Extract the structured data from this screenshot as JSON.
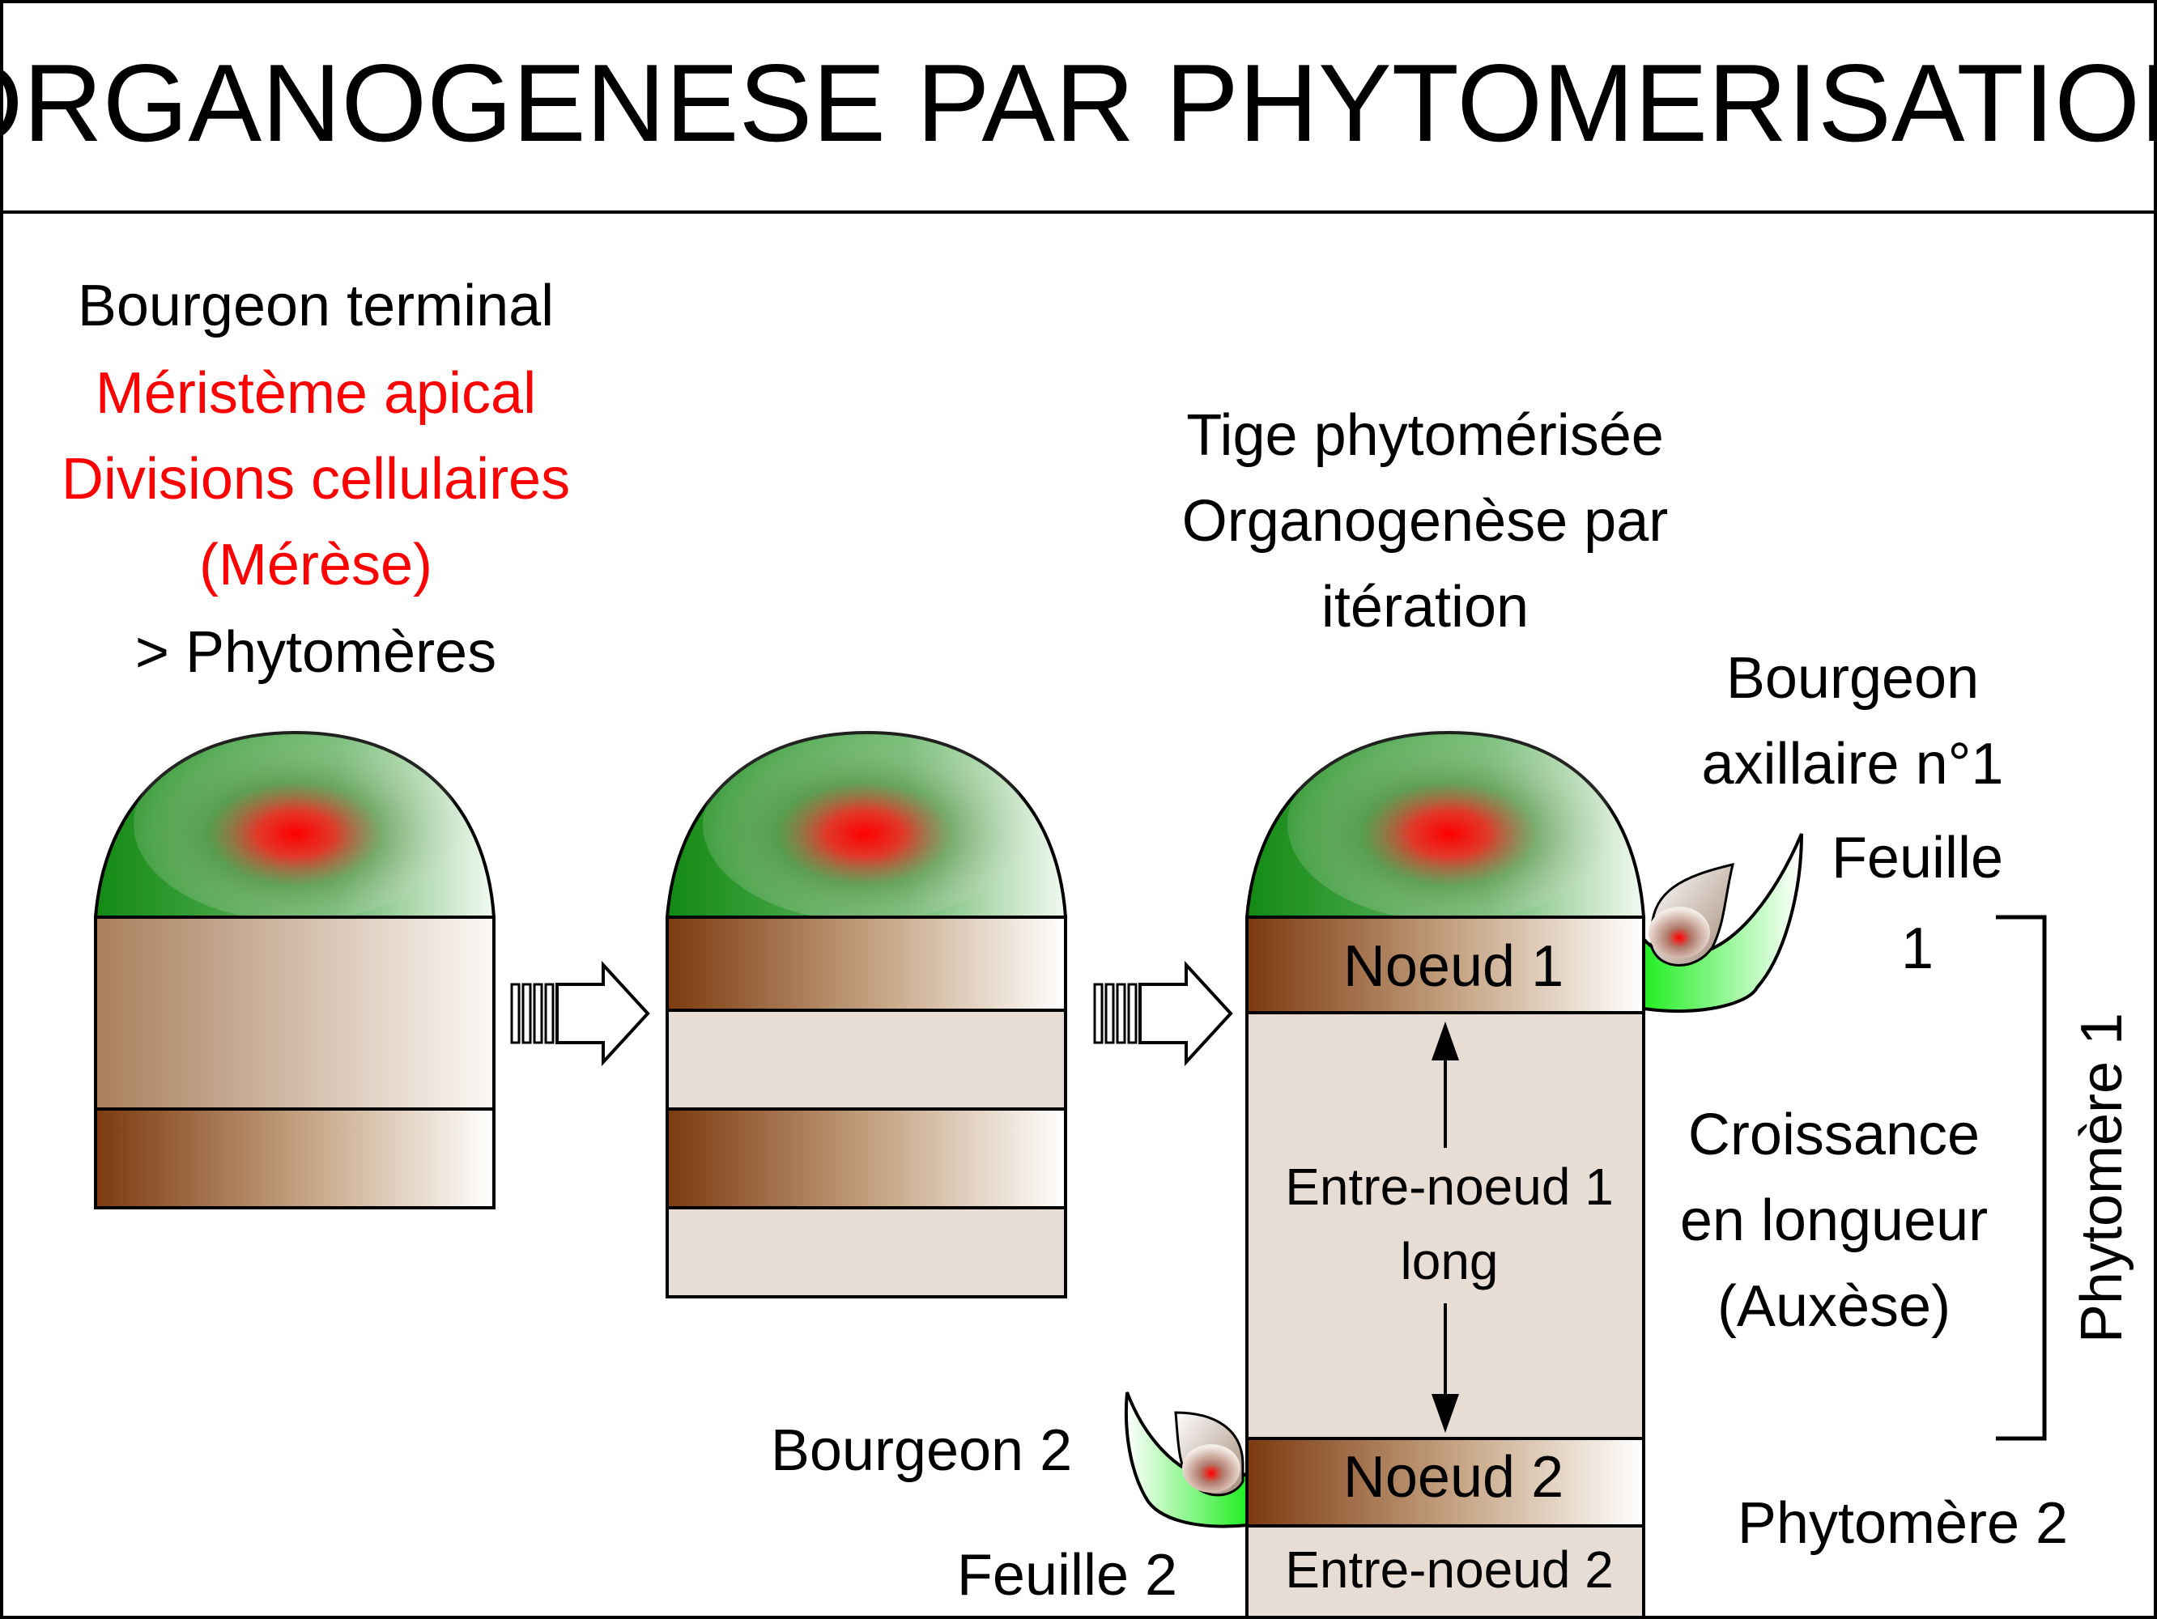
{
  "title": "ORGANOGENESE PAR PHYTOMERISATION",
  "left_block": {
    "line1": "Bourgeon terminal",
    "line2": "Méristème apical",
    "line3": "Divisions cellulaires",
    "line4": "(Mérèse)",
    "line5": "> Phytomères"
  },
  "center_block": {
    "line1": "Tige phytomérisée",
    "line2": "Organogenèse par",
    "line3": "itération"
  },
  "labels": {
    "node1": "Noeud 1",
    "node2": "Noeud 2",
    "internode1_line1": "Entre-noeud 1",
    "internode1_line2": "long",
    "internode2": "Entre-noeud 2",
    "axillary_bud_line1": "Bourgeon",
    "axillary_bud_line2": "axillaire n°1",
    "leaf1_line1": "Feuille",
    "leaf1_line2": "1",
    "growth_line1": "Croissance",
    "growth_line2": "en longueur",
    "growth_line3": "(Auxèse)",
    "phytomer1": "Phytomère 1",
    "phytomer2": "Phytomère 2",
    "bud2": "Bourgeon 2",
    "leaf2": "Feuille 2"
  },
  "colors": {
    "meristem_green": "#1a8a1a",
    "meristem_red": "#ff0000",
    "node_brown": "#8b4513",
    "internode_beige": "#e8ddd4",
    "leaf_green": "#22ee22",
    "title_red_text": "#ff0000"
  },
  "icons": {
    "process_arrow": "hollow-right-arrow"
  }
}
